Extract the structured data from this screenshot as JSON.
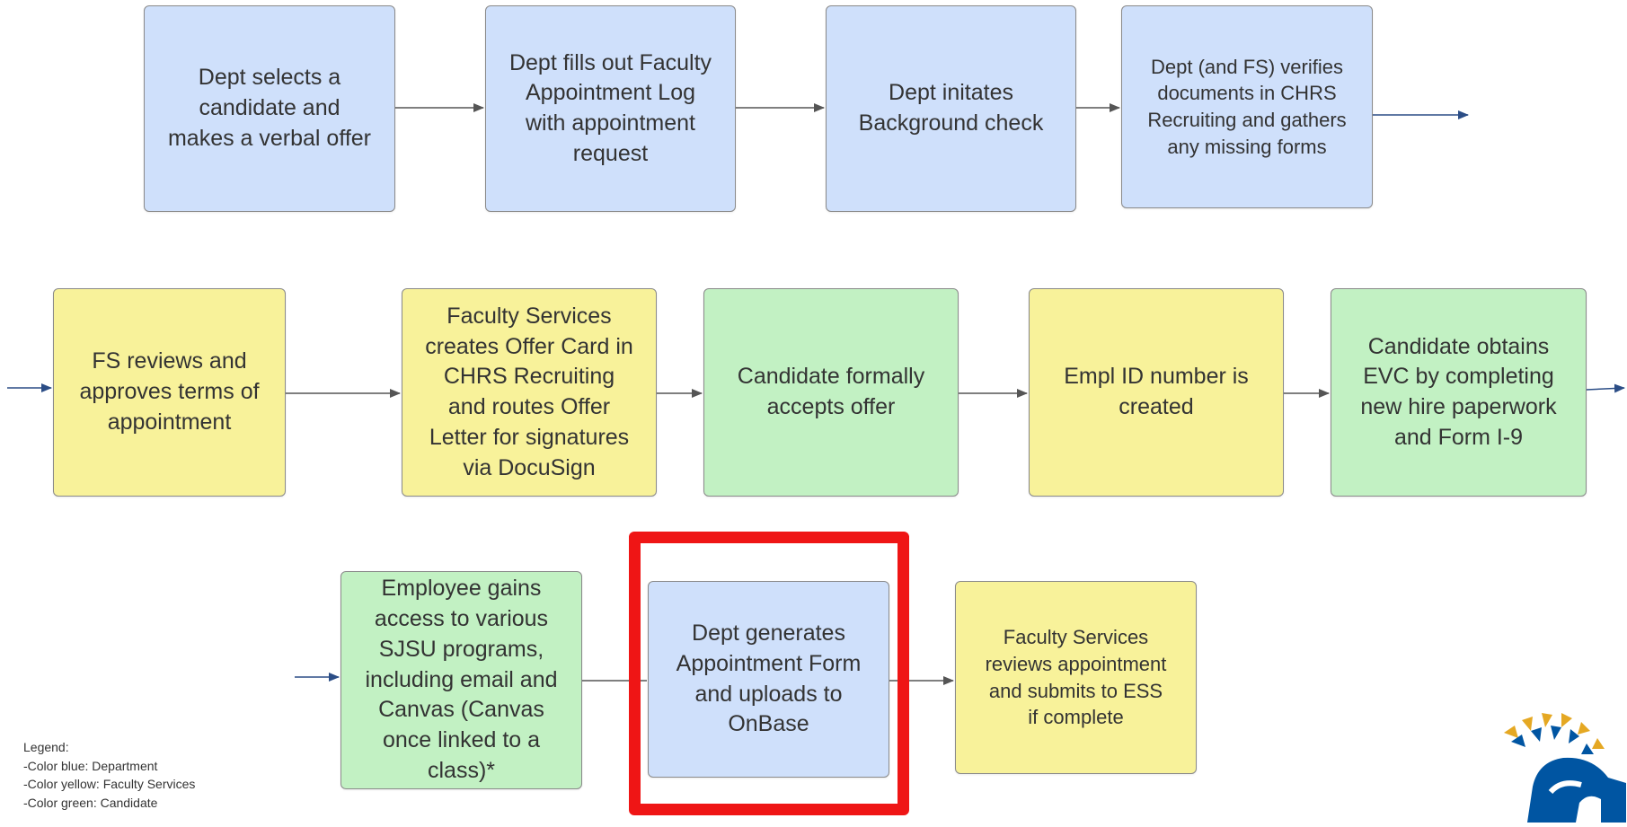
{
  "colors": {
    "department": "#cfe0fb",
    "faculty_services": "#f8f29a",
    "candidate": "#c2f1c3",
    "highlight": "#ef1515",
    "connector": "#555555",
    "arrow_blue": "#2b4d86"
  },
  "steps": {
    "s1": "Dept selects a\ncandidate and\nmakes a verbal offer",
    "s2": "Dept fills out Faculty\nAppointment Log\nwith appointment\nrequest",
    "s3": "Dept initates\nBackground check",
    "s4": "Dept (and FS) verifies\ndocuments in CHRS\nRecruiting and gathers\nany missing forms",
    "s5": "FS reviews and\napproves terms of\nappointment",
    "s6": "Faculty Services\ncreates Offer Card in\nCHRS Recruiting\nand routes Offer\nLetter for signatures\nvia DocuSign",
    "s7": "Candidate formally\naccepts offer",
    "s8": "Empl ID number is\ncreated",
    "s9": "Candidate obtains\nEVC by completing\nnew hire paperwork\nand Form I-9",
    "s10": "Employee gains\naccess to various\nSJSU programs,\nincluding email and\nCanvas (Canvas\nonce linked to a\nclass)*",
    "s11": "Dept generates\nAppointment Form\nand uploads to\nOnBase",
    "s12": "Faculty Services\nreviews appointment\nand submits to ESS\nif complete"
  },
  "legend": {
    "title": "Legend:",
    "items": [
      "-Color blue: Department",
      "-Color yellow: Faculty Services",
      "-Color green: Candidate"
    ]
  },
  "logo": {
    "icon": "spartan-helmet-icon",
    "gold": "#e5a823",
    "navy": "#0055a2"
  }
}
